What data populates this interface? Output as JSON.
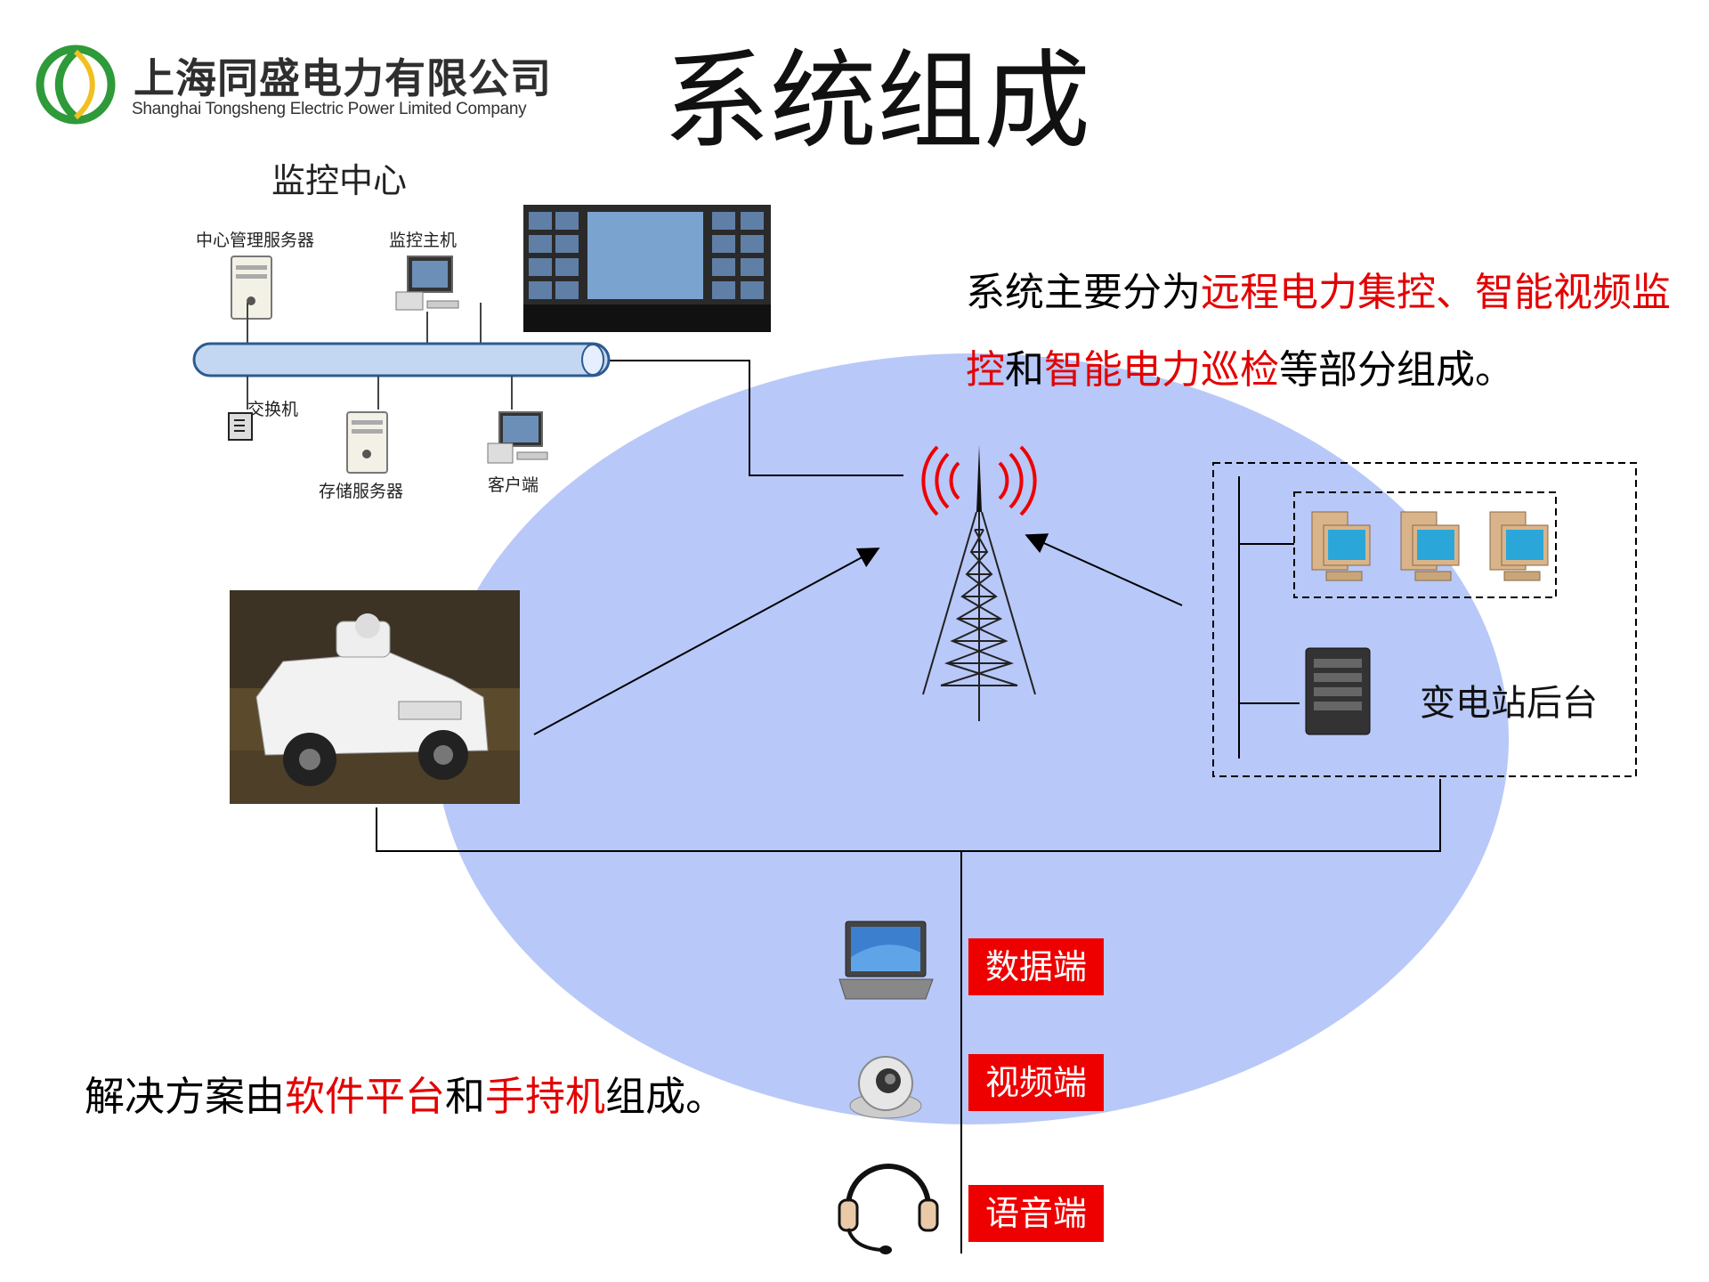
{
  "header": {
    "company_name_cn": "上海同盛电力有限公司",
    "company_name_en": "Shanghai Tongsheng Electric Power Limited Company",
    "title": "系统组成"
  },
  "monitor_center": {
    "title": "监控中心",
    "devices": {
      "central_server": "中心管理服务器",
      "monitor_host": "监控主机",
      "switch": "交换机",
      "storage_server": "存储服务器",
      "client": "客户端"
    }
  },
  "summary": {
    "prefix": "系统主要分为",
    "part1": "远程电力集控、智能视频监控",
    "connector": "和",
    "part2": "智能电力巡检",
    "suffix": "等部分组成。"
  },
  "substation": {
    "label": "变电站后台"
  },
  "terminals": {
    "data": "数据端",
    "video": "视频端",
    "voice": "语音端"
  },
  "solution": {
    "prefix": "解决方案由",
    "part1": "软件平台",
    "connector": "和",
    "part2": "手持机",
    "suffix": "组成。"
  },
  "colors": {
    "highlight_red": "#e30000",
    "tag_red": "#ee0000",
    "ellipse_blue": "#b8c8f8",
    "bus_blue": "#c3d7f2",
    "logo_green": "#2e9a3a"
  },
  "icons": {
    "logo": "company-logo-icon",
    "tower": "radio-tower-icon",
    "server": "server-icon",
    "monitor": "desktop-computer-icon",
    "switch": "network-switch-icon",
    "laptop": "laptop-icon",
    "camera": "dome-camera-icon",
    "headset": "headset-icon",
    "vehicle": "inspection-vehicle-image"
  }
}
